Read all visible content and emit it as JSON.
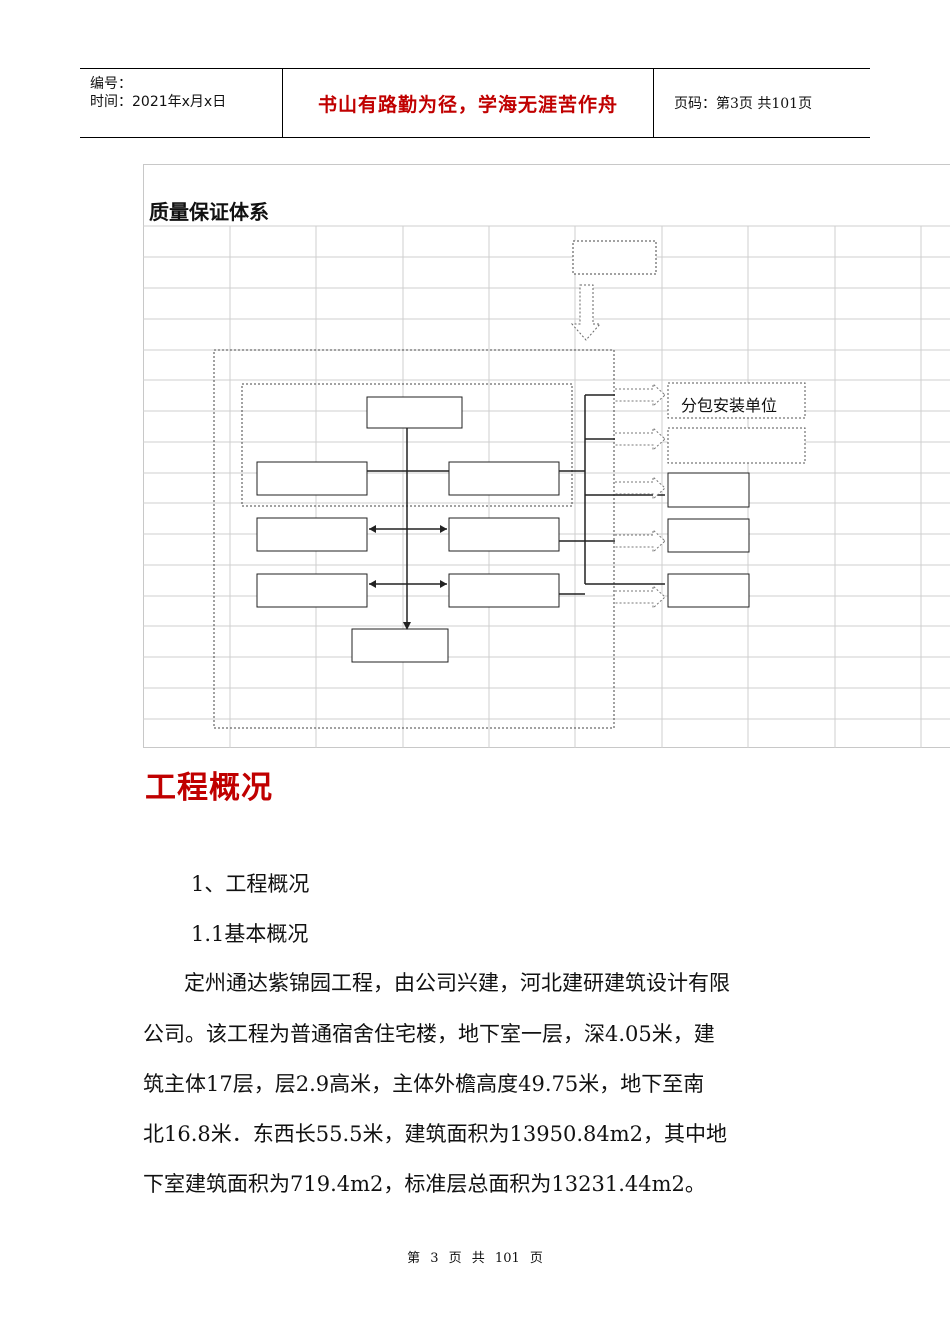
{
  "header": {
    "number_label": "编号：",
    "time_label": "时间：2021年x月x日",
    "motto": "书山有路勤为径，学海无涯苦作舟",
    "page_info": "页码：第3页  共101页"
  },
  "diagram": {
    "title": "质量保证体系",
    "boxes": {
      "subcontract_install": "分包安装单位"
    }
  },
  "section": {
    "heading": "工程概况",
    "subheading1": "1、工程概况",
    "subheading2": "1.1基本概况",
    "paragraph_lines": [
      "定州通达紫锦园工程，由公司兴建，河北建研建筑设计有限",
      "公司。该工程为普通宿舍住宅楼，地下室一层，深4.05米，建",
      "筑主体17层，层2.9高米，主体外檐高度49.75米，地下至南",
      "北16.8米．东西长55.5米，建筑面积为13950.84m2，其中地",
      "下室建筑面积为719.4m2，标准层总面积为13231.44m2。"
    ]
  },
  "footer": {
    "text": "第 3 页 共 101 页"
  }
}
